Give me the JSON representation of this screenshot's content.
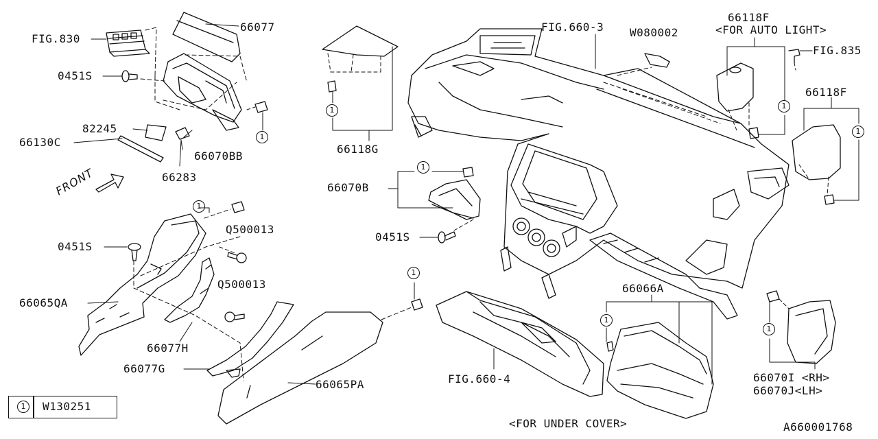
{
  "parts": {
    "fig830": "FIG.830",
    "p66077": "66077",
    "p0451s_a": "0451S",
    "p82245": "82245",
    "p66130c": "66130C",
    "p66070bb": "66070BB",
    "p66283": "66283",
    "p66118g": "66118G",
    "p66070b": "66070B",
    "p0451s_b": "0451S",
    "fig660_3": "FIG.660-3",
    "w080002": "W080002",
    "p66118f_a": "66118F",
    "for_auto_light": "<FOR AUTO LIGHT>",
    "fig835": "FIG.835",
    "p66118f_b": "66118F",
    "p0451s_c": "0451S",
    "q500013_a": "Q500013",
    "q500013_b": "Q500013",
    "p66065qa": "66065QA",
    "p66077h": "66077H",
    "p66077g": "66077G",
    "p66065pa": "66065PA",
    "fig660_4": "FIG.660-4",
    "p66066a": "66066A",
    "p66070i": "66070I <RH>",
    "p66070j": "66070J<LH>",
    "for_under_cover": "<FOR UNDER COVER>"
  },
  "front_label": "FRONT",
  "callout_symbol": "1",
  "legend": {
    "symbol": "1",
    "part": "W130251"
  },
  "diagram_id": "A660001768",
  "colors": {
    "line": "#111111",
    "background": "#ffffff"
  }
}
